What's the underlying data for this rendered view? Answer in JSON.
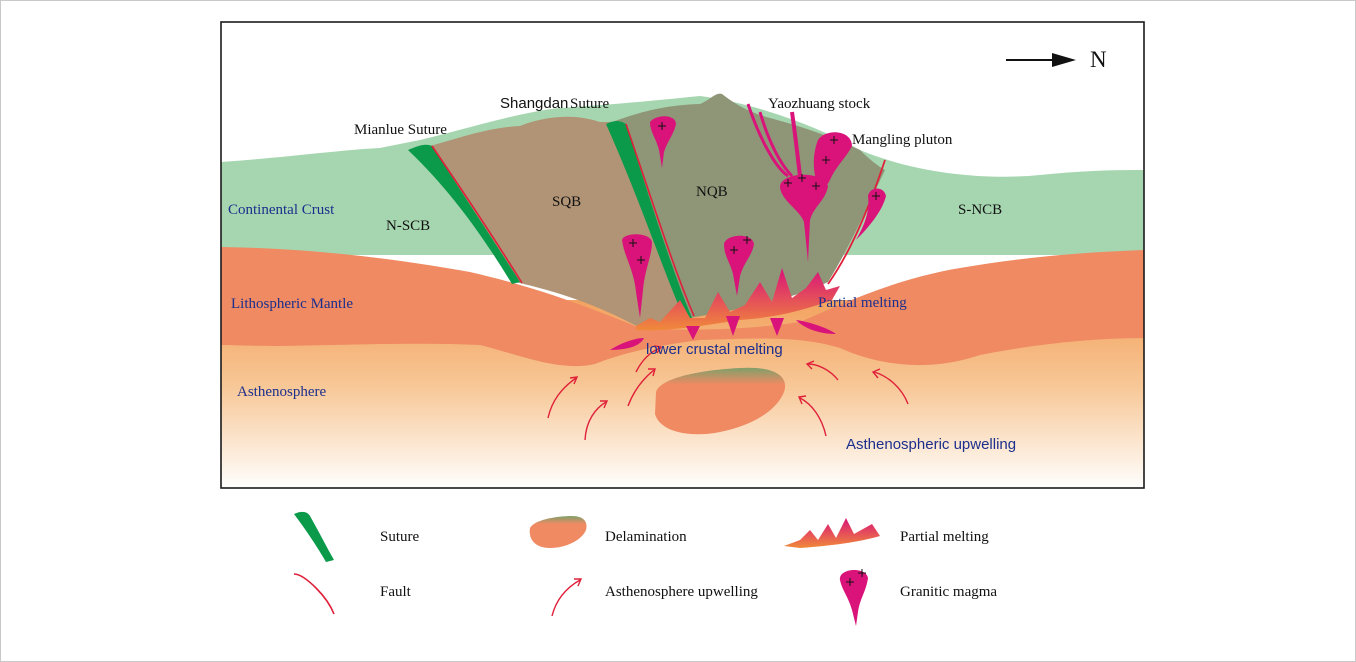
{
  "north_label": "N",
  "labels": {
    "shangdan_bold": "Shangdan",
    "shangdan_rest": "Suture",
    "mianlue": "Mianlue Suture",
    "yaozhuang": "Yaozhuang  stock",
    "mangling": "Mangling pluton",
    "continental_crust": "Continental Crust",
    "nscb": "N-SCB",
    "sqb": "SQB",
    "nqb": "NQB",
    "sncb": "S-NCB",
    "lithospheric_mantle": "Lithospheric Mantle",
    "partial_melting": "Partial melting",
    "lower_crustal_melting": "lower crustal melting",
    "asthenosphere": "Asthenosphere",
    "asthenospheric_upwelling": "Asthenospheric upwelling"
  },
  "legend": {
    "suture": "Suture",
    "delamination": "Delamination",
    "partial_melting": "Partial melting",
    "fault": "Fault",
    "asthenosphere_upwelling": "Asthenosphere upwelling",
    "granitic_magma": "Granitic magma"
  },
  "colors": {
    "crust": "#a6d6b0",
    "sqb": "#b09475",
    "nqb": "#8e9677",
    "mantle": "#ef8a63",
    "asthenosphere_top": "#f3a25f",
    "suture": "#0a9a4a",
    "fault": "#e0203a",
    "magma": "#d9137a",
    "label_blue": "#1c2f8c"
  }
}
